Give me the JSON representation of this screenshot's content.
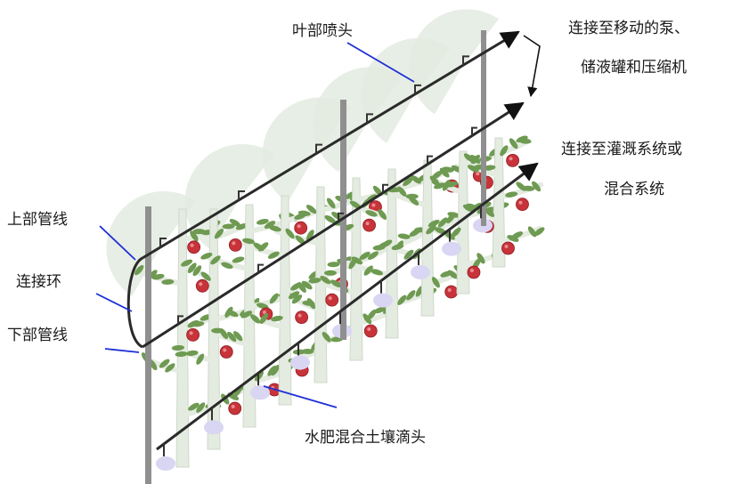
{
  "labels": {
    "foliar_nozzle": "叶部喷头",
    "pump_connect_line1": "连接至移动的泵、",
    "pump_connect_line2": "储液罐和压缩机",
    "irrigation_connect_line1": "连接至灌溉系统或",
    "irrigation_connect_line2": "混合系统",
    "upper_pipe": "上部管线",
    "connecting_ring": "连接环",
    "lower_pipe": "下部管线",
    "soil_dripper": "水肥混合土壤滴头"
  },
  "colors": {
    "leader_line": "#1f2fd6",
    "pipe": "#2a2a2a",
    "post": "#8a8a8a",
    "trunk": "#e4ebe0",
    "leaf": "#6e9a52",
    "apple": "#c8333a",
    "spray_fan": "#e3ebe0",
    "drip_bubble": "#d9d6f3"
  },
  "icons": [
    "apple-tree-icon",
    "spray-fan-icon",
    "drip-bubble-icon",
    "arrow-right-icon"
  ]
}
